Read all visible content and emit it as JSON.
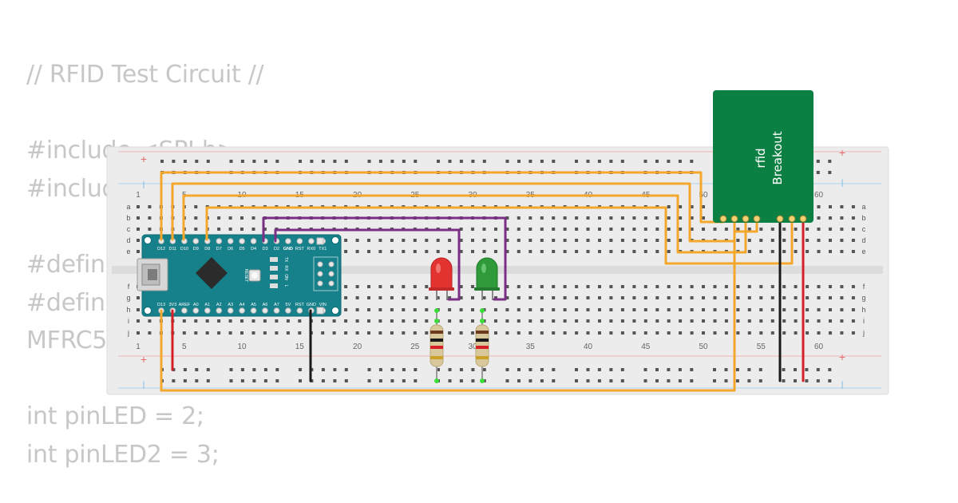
{
  "code_lines": [
    "// RFID Test Circuit //",
    "",
    "#include <SPI.h>",
    "#include <MFRC522.h>",
    "",
    "#define SS_PIN 10",
    "#define RST_PIN 9",
    "MFRC522 rfid(SS_PIN, RST_PIN);",
    "",
    "int pinLED = 2;",
    "int pinLED2 = 3;"
  ],
  "breadboard": {
    "row_letters": [
      "a",
      "b",
      "c",
      "d",
      "e",
      "f",
      "g",
      "h",
      "i",
      "j"
    ],
    "column_numbers_top": [
      "1",
      "5",
      "10",
      "15",
      "20",
      "25",
      "30",
      "35",
      "40",
      "45",
      "50",
      "55",
      "60"
    ],
    "column_numbers_bottom": [
      "1",
      "5",
      "10",
      "15",
      "20",
      "25",
      "30",
      "35",
      "40",
      "45",
      "50",
      "55",
      "60"
    ],
    "rail_plus": "+",
    "rail_minus": "|"
  },
  "arduino": {
    "top_pin_labels": [
      "D12",
      "D11",
      "D10",
      "D9",
      "D8",
      "D7",
      "D6",
      "D5",
      "D4",
      "D3",
      "D2",
      "GND",
      "RST",
      "RX0",
      "TX1"
    ],
    "bottom_pin_labels": [
      "D13",
      "3V3",
      "AREF",
      "A0",
      "A1",
      "A2",
      "A3",
      "A4",
      "A5",
      "A6",
      "A7",
      "5V",
      "RST",
      "GND",
      "VIN"
    ],
    "reset_label": "RESET",
    "led_labels": [
      "TX",
      "RX",
      "ON",
      "L"
    ]
  },
  "rfid": {
    "label_line1": "rfid",
    "label_line2": "Breakout"
  },
  "colors": {
    "wire_orange": "#f3a82b",
    "wire_purple": "#7b2e86",
    "wire_red": "#d61f26",
    "wire_black": "#1a1a1a",
    "board_teal": "#16808b",
    "rfid_green": "#0c8043",
    "breadboard": "#ececec",
    "led_red": "#e33331",
    "led_green": "#2f9a3a"
  }
}
